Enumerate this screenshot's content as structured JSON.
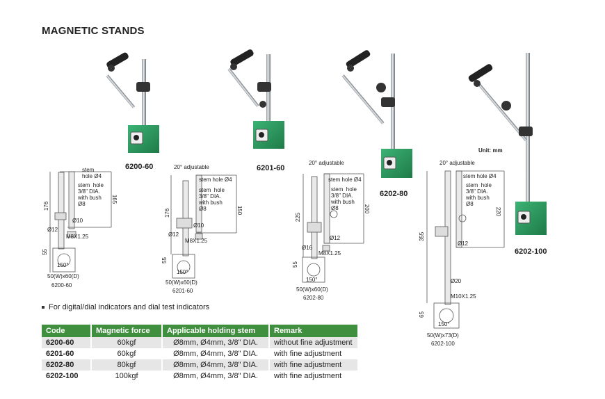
{
  "title": "MAGNETIC STANDS",
  "unit_note": "Unit: mm",
  "products": [
    {
      "code": "6200-60",
      "base": "50(W)x60(D)"
    },
    {
      "code": "6201-60",
      "base": "50(W)x60(D)"
    },
    {
      "code": "6202-80",
      "base": "50(W)x60(D)"
    },
    {
      "code": "6202-100",
      "base": "50(W)x73(D)"
    }
  ],
  "dims": {
    "d6200": {
      "h176": "176",
      "h165": "165",
      "h55": "55",
      "stem_hole": "stem\nhole Ø4",
      "stem_hole2": "stem  hole\n3/8\" DIA.\nwith bush\nØ8",
      "d10": "Ø10",
      "d12": "Ø12",
      "m8": "M8X1.25",
      "deg": "150°"
    },
    "d6201": {
      "adj": "20° adjustable",
      "stem": "stem hole Ø4",
      "stem2": "stem  hole\n3/8\" DIA.\nwith bush\nØ8",
      "h176": "176",
      "h150": "150",
      "d10": "Ø10",
      "d12": "Ø12",
      "m8": "M8X1.25",
      "h55": "55",
      "deg": "150°"
    },
    "d6202_80": {
      "adj": "20° adjustable",
      "stem": "stem hole Ø4",
      "stem2": "stem  hole\n3/8\" DIA.\nwith bush\nØ8",
      "h225": "225",
      "h200": "200",
      "d12": "Ø12",
      "d16": "Ø16",
      "m8": "M8X1.25",
      "h55": "55",
      "deg": "150°"
    },
    "d6202_100": {
      "adj": "20° adjustable",
      "stem": "stem hole Ø4",
      "stem2": "stem  hole\n3/8\" DIA.\nwith bush\nØ8",
      "h355": "355",
      "h220": "220",
      "d12": "Ø12",
      "d20": "Ø20",
      "m10": "M10X1.25",
      "h65": "65",
      "deg": "150°"
    }
  },
  "note": "For digital/dial indicators and dial test indicators",
  "table": {
    "headers": [
      "Code",
      "Magnetic force",
      "Applicable holding stem",
      "Remark"
    ],
    "rows": [
      [
        "6200-60",
        "60kgf",
        "Ø8mm, Ø4mm, 3/8\" DIA.",
        "without fine adjustment"
      ],
      [
        "6201-60",
        "60kgf",
        "Ø8mm, Ø4mm, 3/8\" DIA.",
        "with fine adjustment"
      ],
      [
        "6202-80",
        "80kgf",
        "Ø8mm, Ø4mm, 3/8\" DIA.",
        "with fine adjustment"
      ],
      [
        "6202-100",
        "100kgf",
        "Ø8mm, Ø4mm, 3/8\" DIA.",
        "with fine adjustment"
      ]
    ]
  },
  "colors": {
    "base_green": "#2f9e63",
    "header_green": "#3f8f3f",
    "rod_gray": "#b8bec4"
  }
}
